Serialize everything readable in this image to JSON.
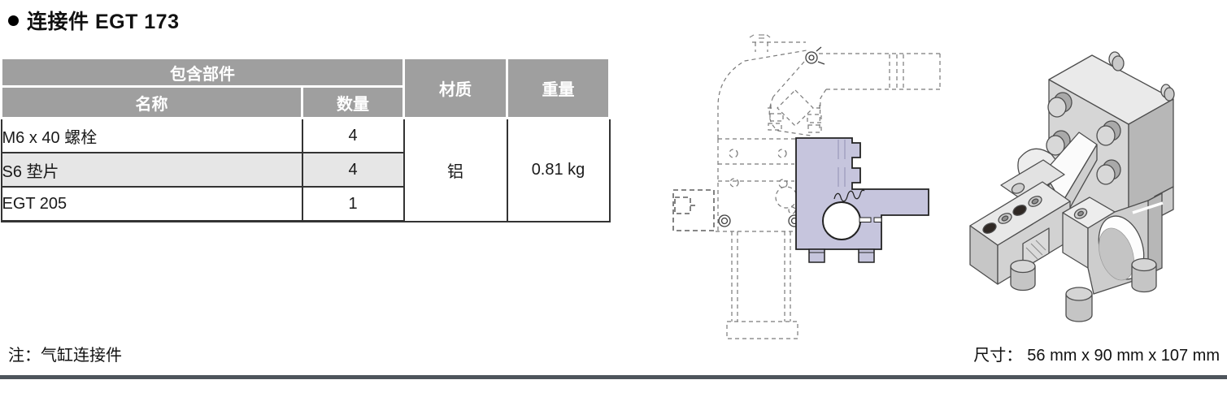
{
  "title": "连接件 EGT 173",
  "table": {
    "headers": {
      "included": "包含部件",
      "name": "名称",
      "qty": "数量",
      "material": "材质",
      "weight": "重量"
    },
    "body": [
      {
        "name": "M6 x 40 螺栓",
        "qty": "4"
      },
      {
        "name": "S6 垫片",
        "qty": "4"
      },
      {
        "name": "EGT 205",
        "qty": "1"
      }
    ],
    "material_value": "铝",
    "weight_value": "0.81 kg"
  },
  "note": "注：气缸连接件",
  "dimensions": {
    "label": "尺寸：",
    "value": "56 mm x 90 mm x 107 mm"
  },
  "drawings": {
    "outline_name": "gripper-assembly-dashed-outline-with-highlighted-connector",
    "isometric_name": "connector-3d-isometric-view",
    "highlight_color": "#c6c5dd",
    "model_gray": "#d6d6d6"
  },
  "colors": {
    "header_bg": "#9f9f9f",
    "row_alt_bg": "#e6e6e6",
    "table_border": "#333333",
    "footer_bar": "#4e555c"
  }
}
